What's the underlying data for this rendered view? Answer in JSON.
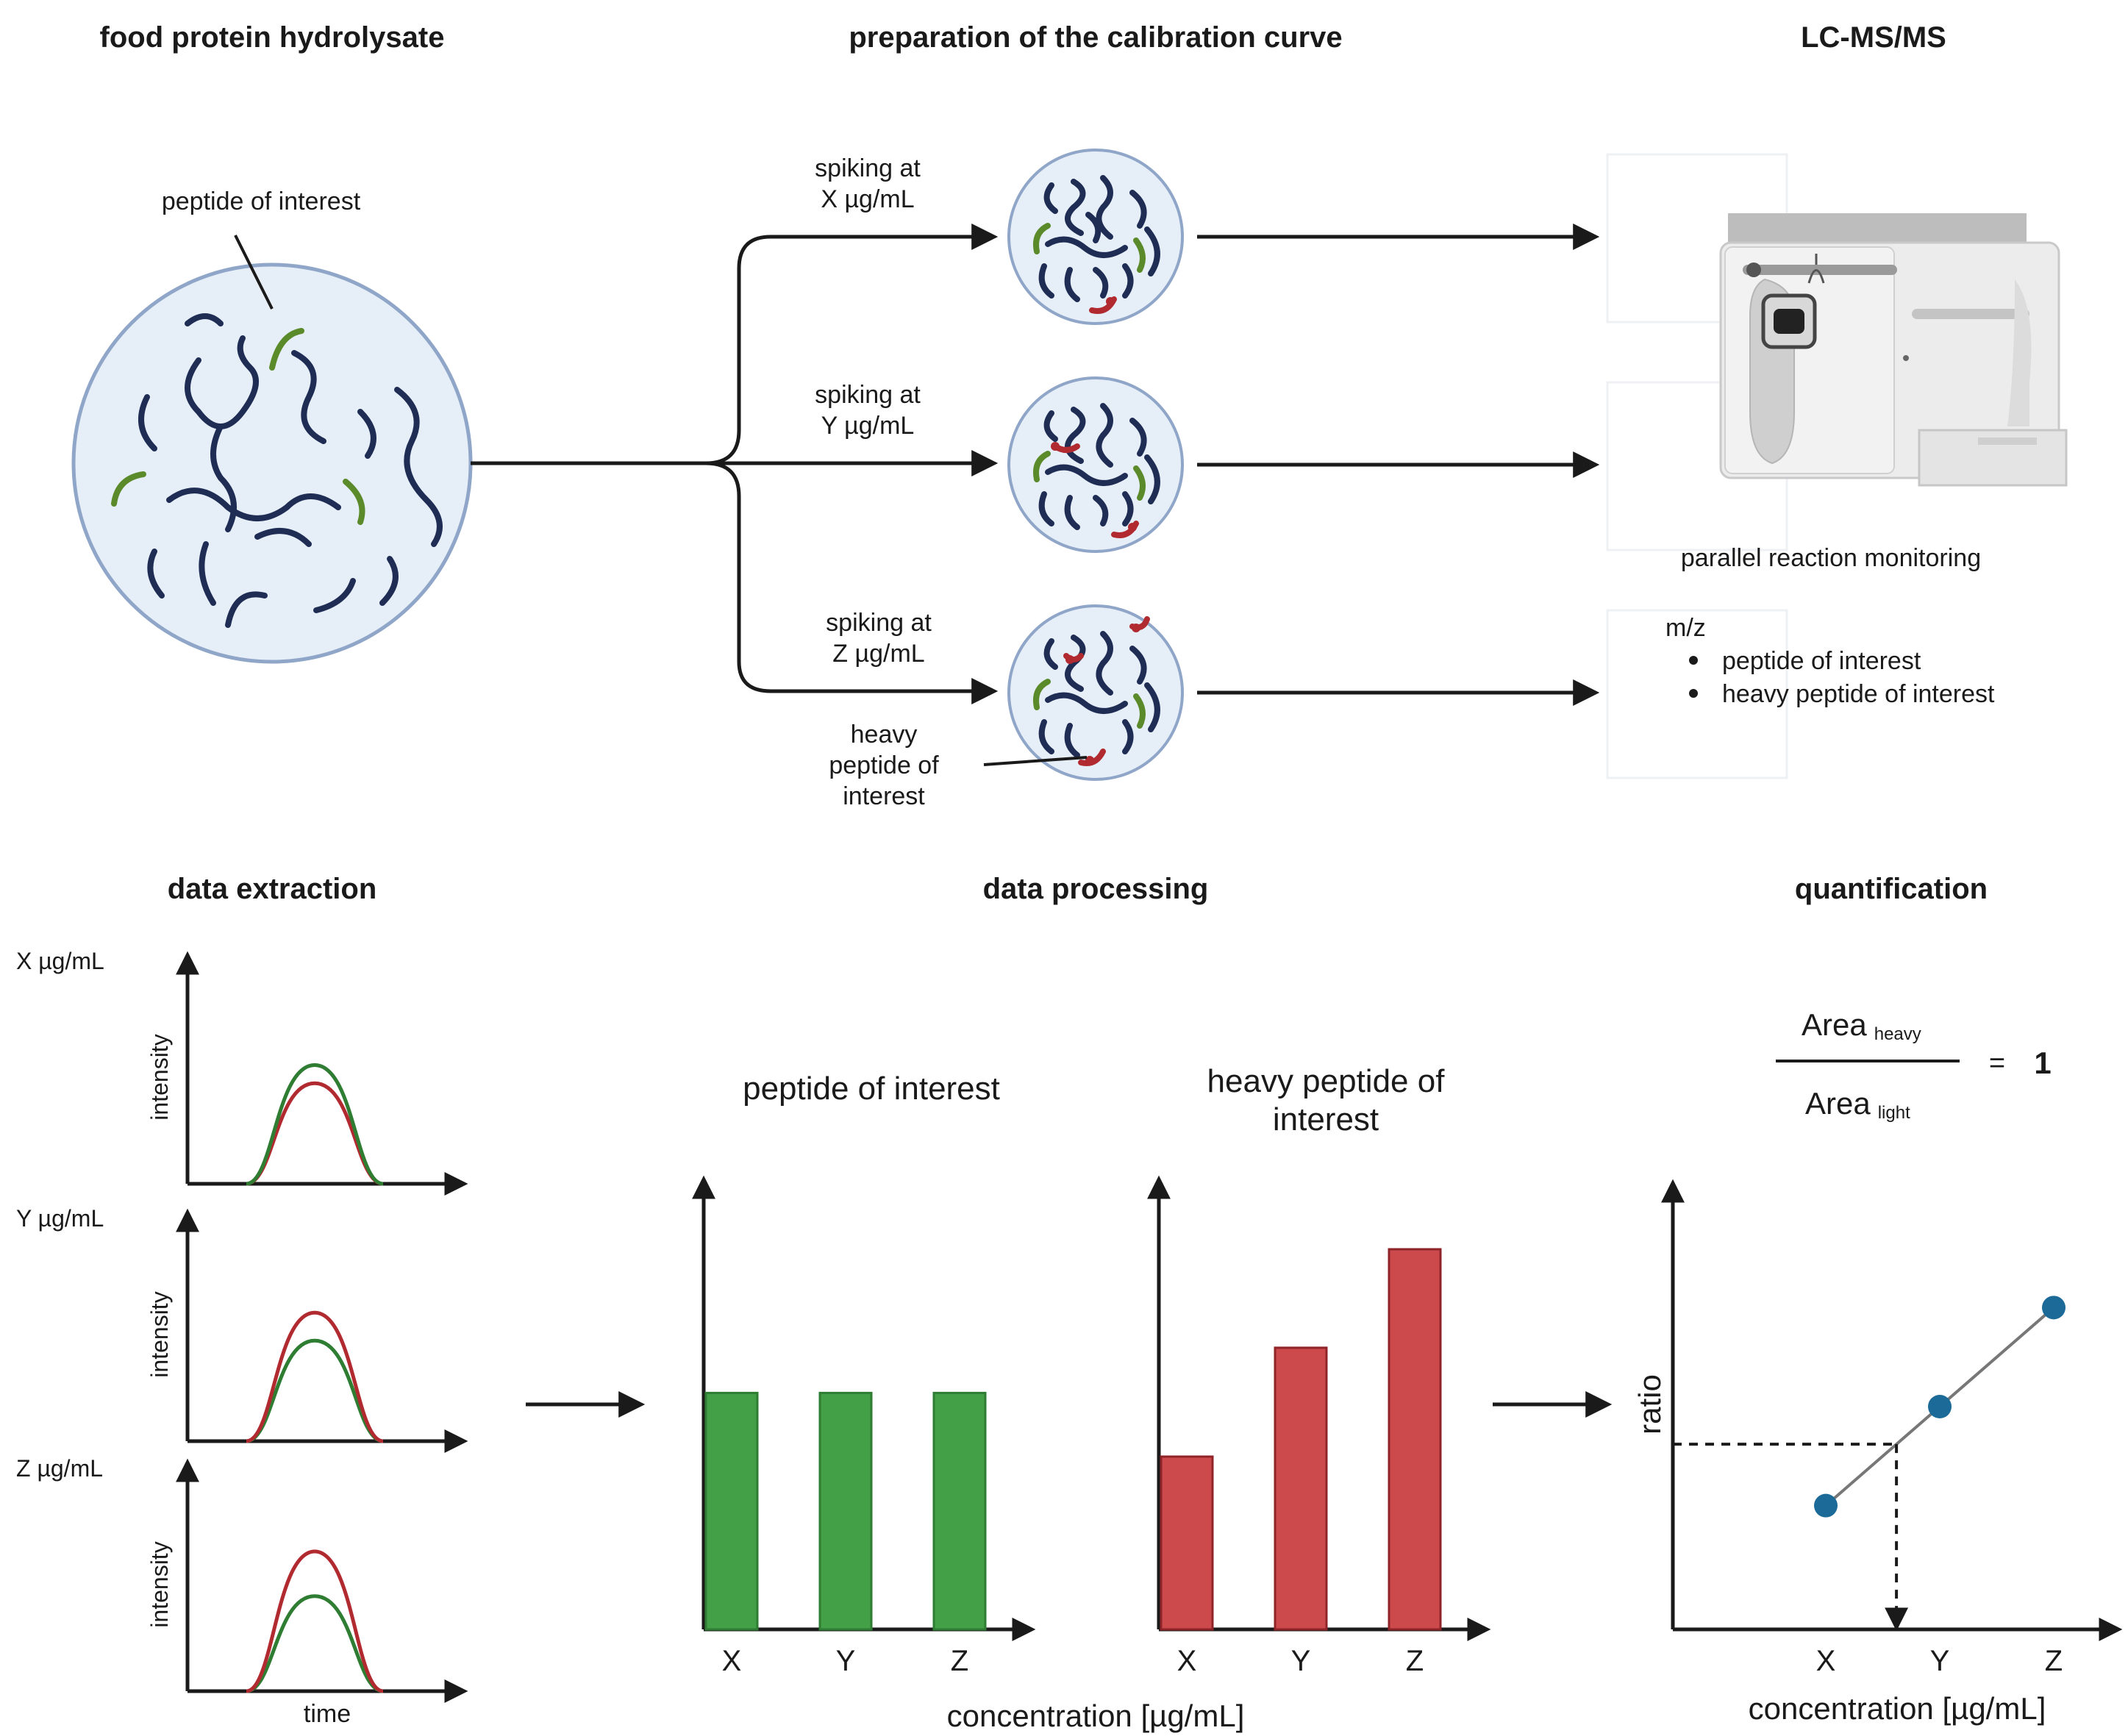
{
  "titles": {
    "hydrolysate": "food protein hydrolysate",
    "calibration": "preparation of the calibration curve",
    "lcms": "LC-MS/MS",
    "extraction": "data extraction",
    "processing": "data processing",
    "quantification": "quantification"
  },
  "hydrolysate": {
    "callout": "peptide of interest"
  },
  "spiking": [
    {
      "line1": "spiking at",
      "line2": "X µg/mL"
    },
    {
      "line1": "spiking at",
      "line2": "Y µg/mL"
    },
    {
      "line1": "spiking at",
      "line2": "Z µg/mL"
    }
  ],
  "heavy_callout": [
    "heavy",
    "peptide of",
    "interest"
  ],
  "lcms": {
    "mode": "parallel reaction monitoring",
    "mz_label": "m/z",
    "bullets": [
      "peptide of interest",
      "heavy peptide of interest"
    ]
  },
  "extraction": {
    "panels": [
      {
        "label": "X µg/mL",
        "green_peak": 0.85,
        "red_peak": 0.72
      },
      {
        "label": "Y µg/mL",
        "green_peak": 0.72,
        "red_peak": 0.92
      },
      {
        "label": "Z µg/mL",
        "green_peak": 0.68,
        "red_peak": 1.0
      }
    ],
    "ylabel": "intensity",
    "xlabel": "time"
  },
  "processing": {
    "light_title": "peptide of interest",
    "heavy_title": [
      "heavy peptide of",
      "interest"
    ],
    "xlabel": "concentration [µg/mL]"
  },
  "quant": {
    "numerator": "Area",
    "numerator_sub": "heavy",
    "denominator": "Area",
    "denominator_sub": "light",
    "equals": "=",
    "result": "1",
    "ylabel": "ratio",
    "xlabel": "concentration  [µg/mL]"
  },
  "colors": {
    "green_peptide": "#5a8a2a",
    "red_peptide": "#b02a30",
    "dark_peptide": "#1f2d55",
    "bar_green": "#43a047",
    "bar_red": "#cc4a4c",
    "point_blue": "#1b6a97",
    "circle_fill": "#e6eef8",
    "circle_stroke": "#8fa6c8"
  },
  "chart_data": [
    {
      "type": "bar",
      "name": "peptide of interest",
      "categories": [
        "X",
        "Y",
        "Z"
      ],
      "values": [
        1,
        1,
        1
      ],
      "ylim": [
        0,
        1.9
      ]
    },
    {
      "type": "bar",
      "name": "heavy peptide of interest",
      "categories": [
        "X",
        "Y",
        "Z"
      ],
      "values": [
        1,
        1.63,
        2.2
      ],
      "ylim": [
        0,
        2.6
      ]
    },
    {
      "type": "scatter",
      "categories": [
        "X",
        "Y",
        "Z"
      ],
      "values": [
        1,
        1.8,
        2.6
      ],
      "ylim": [
        0,
        3.6
      ]
    }
  ]
}
